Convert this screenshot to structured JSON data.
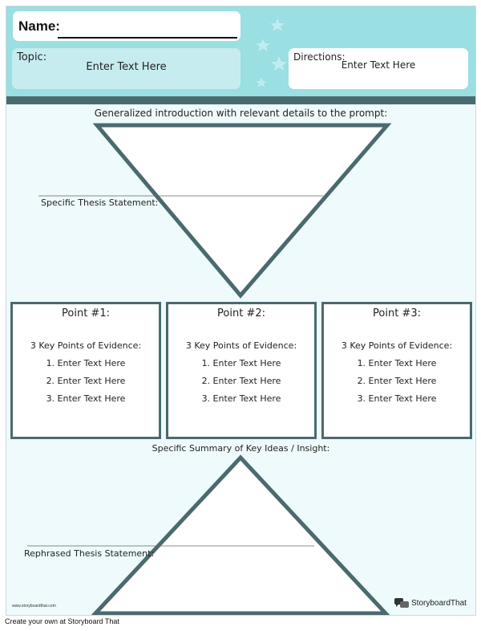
{
  "header": {
    "name_label": "Name:",
    "topic_label": "Topic:",
    "topic_value": "Enter Text Here",
    "directions_label": "Directions:",
    "directions_value": "Enter Text Here"
  },
  "intro": {
    "label": "Generalized introduction with relevant details to the prompt:",
    "thesis_label": "Specific Thesis Statement:"
  },
  "points": [
    {
      "title": "Point #1:",
      "subtitle": "3 Key Points of Evidence:",
      "items": [
        "1. Enter Text Here",
        "2. Enter Text Here",
        "3. Enter Text Here"
      ]
    },
    {
      "title": "Point #2:",
      "subtitle": "3 Key Points of Evidence:",
      "items": [
        "1. Enter Text Here",
        "2. Enter Text Here",
        "3. Enter Text Here"
      ]
    },
    {
      "title": "Point #3:",
      "subtitle": "3 Key Points of Evidence:",
      "items": [
        "1. Enter Text Here",
        "2. Enter Text Here",
        "3. Enter Text Here"
      ]
    }
  ],
  "conclusion": {
    "summary_label": "Specific Summary of Key Ideas / Insight:",
    "rephrased_label": "Rephrased Thesis Statement:"
  },
  "footer": {
    "url": "www.storyboardthat.com",
    "logo_text": "StoryboardThat",
    "caption": "Create your own at Storyboard That"
  },
  "colors": {
    "header_bg": "#9adfe1",
    "accent_dark": "#4a6a6f",
    "sheet_bg": "#eefafb"
  },
  "icons": [
    "star-icon",
    "storyboardthat-logo-icon"
  ]
}
